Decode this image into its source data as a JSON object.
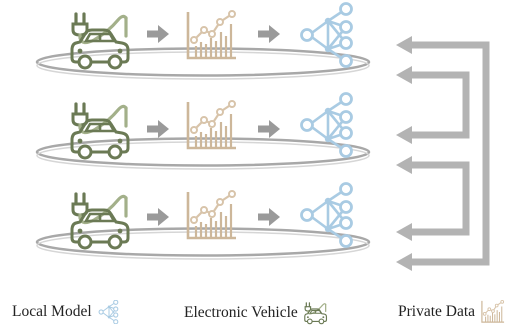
{
  "colors": {
    "car": "#6b7a55",
    "car_light": "#a3b08a",
    "chart": "#cdb79a",
    "chart_dot": "#d8c4aa",
    "network": "#a9cbe3",
    "arrow": "#9a9a9a",
    "disk": "#a8a8a8"
  },
  "icons": {
    "vehicle": "electric-car-icon",
    "data": "line-chart-icon",
    "model": "neural-network-icon",
    "arrow": "arrow-right-icon"
  },
  "legend": [
    {
      "key": "model",
      "label": "Local Model"
    },
    {
      "key": "vehicle",
      "label": "Electronic Vehicle"
    },
    {
      "key": "data",
      "label": "Private Data"
    }
  ]
}
